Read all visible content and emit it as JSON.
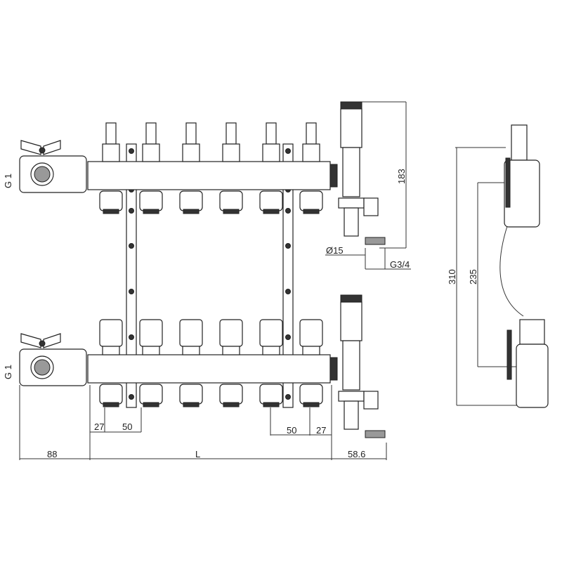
{
  "title": "Manifold dimension drawing",
  "ports_per_manifold": 6,
  "labels": {
    "inlet_top": "G 1",
    "inlet_bottom": "G 1",
    "vent_height": "183",
    "drain_diameter": "Ø15",
    "drain_thread": "G3/4",
    "total_height": "310",
    "axis_distance": "235",
    "left_first_offset": "27",
    "left_pitch": "50",
    "right_pitch": "50",
    "right_last_offset": "27",
    "valve_length": "88",
    "body_length": "L",
    "end_length": "58.6"
  }
}
